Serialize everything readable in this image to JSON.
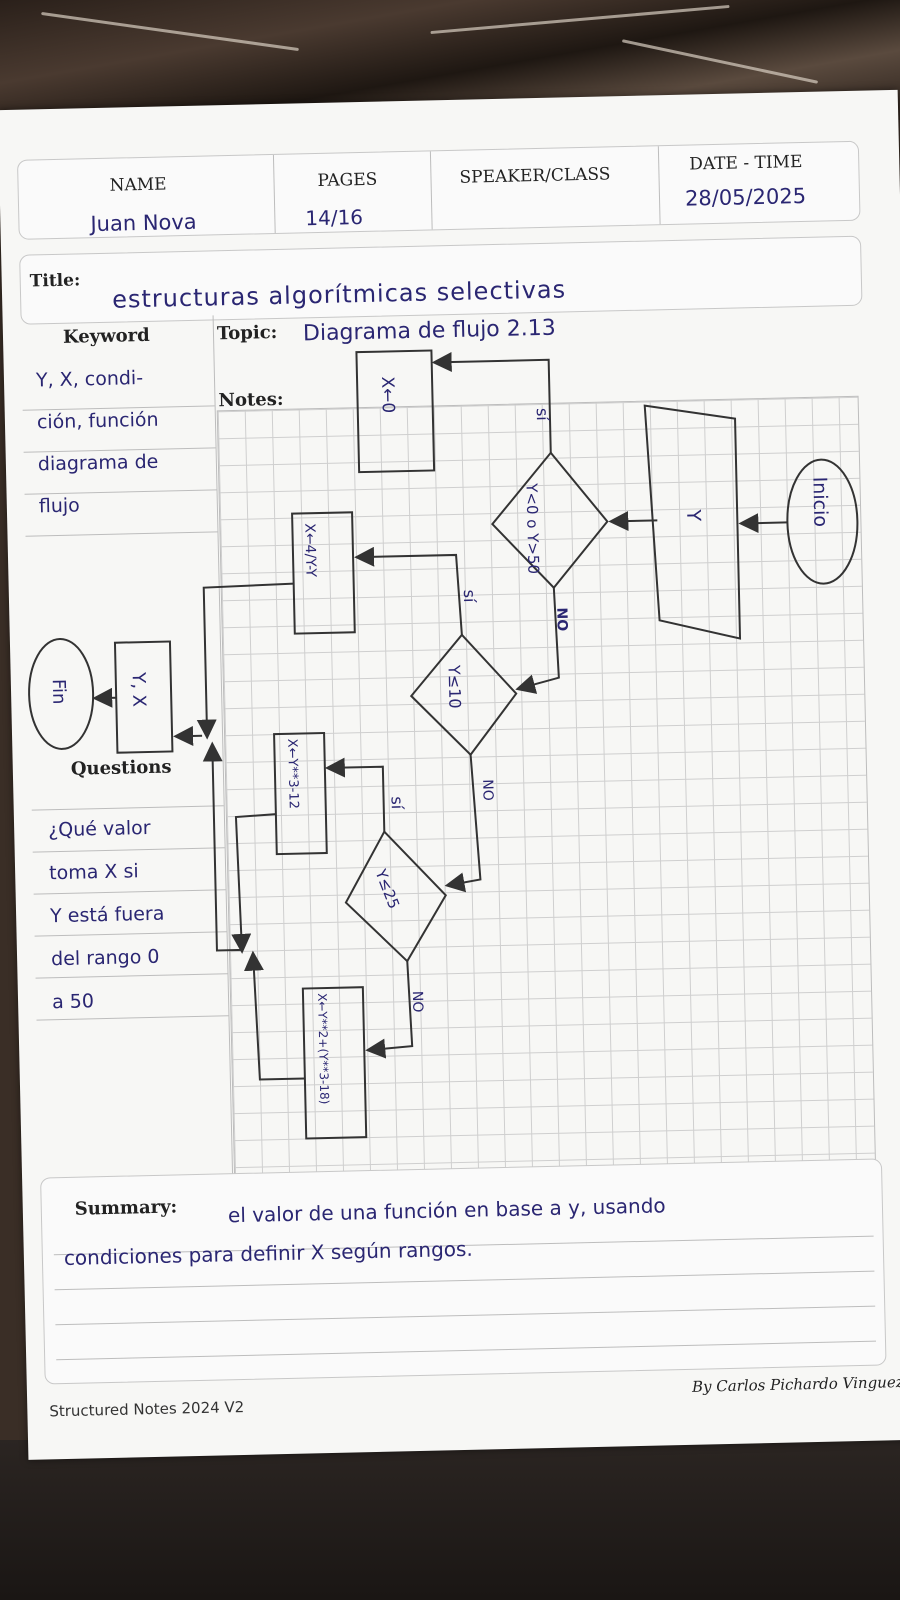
{
  "header": {
    "name_label": "NAME",
    "name_value": "Juan Nova",
    "pages_label": "PAGES",
    "pages_value": "14/16",
    "speaker_label": "SPEAKER/CLASS",
    "speaker_value": "",
    "date_label": "DATE - TIME",
    "date_value": "28/05/2025"
  },
  "title": {
    "label": "Title:",
    "value": "estructuras algorítmicas selectivas"
  },
  "sections": {
    "keyword_label": "Keyword",
    "topic_label": "Topic:",
    "topic_value": "Diagrama de flujo 2.13",
    "notes_label": "Notes:",
    "questions_label": "Questions",
    "summary_label": "Summary:"
  },
  "keywords": [
    "Y, X, condi-",
    "ción, función",
    "diagrama de",
    "flujo"
  ],
  "questions": [
    "¿Qué valor",
    "toma X si",
    "Y está fuera",
    "del rango 0",
    "a 50"
  ],
  "flowchart": {
    "start": "Inicio",
    "input": "Y",
    "cond1": "Y<0 o Y>50",
    "yes1": "sí",
    "no1": "NO",
    "assign1": "X←0",
    "cond2": "Y≤10",
    "yes2": "sí",
    "no2": "NO",
    "assign2": "X←4/Y-Y",
    "cond3": "Y≤25",
    "yes3": "sí",
    "no3": "NO",
    "assign3": "X←Y**3-12",
    "assign4": "X←Y**2+(Y**3-18)",
    "output": "Y, X",
    "end": "Fin"
  },
  "summary": {
    "line1": "el valor de una función en base a y, usando",
    "line2": "condiciones para definir X según rangos."
  },
  "footer": {
    "template": "Structured Notes 2024 V2",
    "credit": "By Carlos Pichardo Vinguez"
  },
  "colors": {
    "ink_purple": "#2a2672",
    "grid": "#cfcfcf",
    "paper": "#f7f7f5"
  }
}
